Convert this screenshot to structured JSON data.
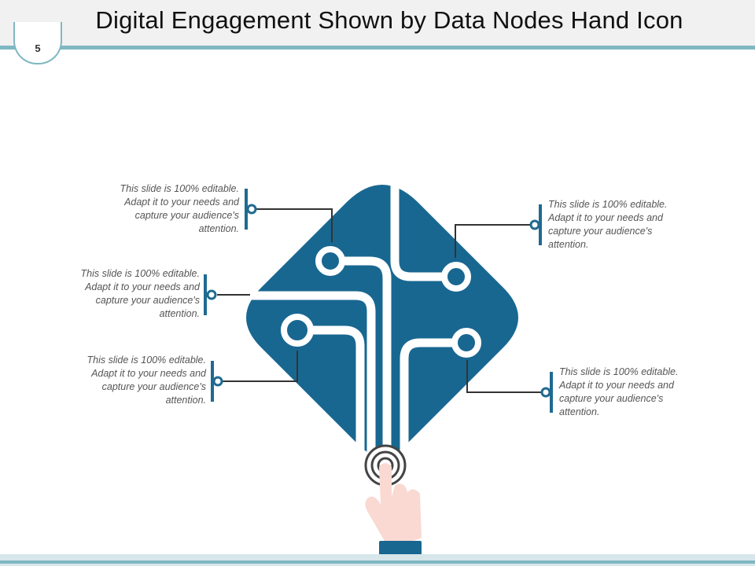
{
  "header": {
    "title": "Digital Engagement Shown by Data Nodes Hand Icon",
    "page_number": "5"
  },
  "notes": {
    "left_top": "This slide is 100% editable. Adapt it to your needs and capture your audience's attention.",
    "left_middle": "This slide is 100% editable. Adapt it to your needs and capture your audience's attention.",
    "left_bottom": "This slide is 100% editable. Adapt it to your needs and capture your audience's attention.",
    "right_top": "This slide is 100% editable. Adapt it to your needs and capture your audience's attention.",
    "right_bottom": "This slide is 100% editable. Adapt it to your needs and capture your audience's attention."
  },
  "colors": {
    "diamond": "#186791",
    "connector": "#333333",
    "marker": "#1f6a91",
    "accent_line": "#7fb7c2",
    "hand": "#f9d9d2",
    "cuff": "#186791"
  },
  "icons": [
    "circuit-diamond-icon",
    "pointing-hand-icon",
    "touch-ripple-icon"
  ]
}
